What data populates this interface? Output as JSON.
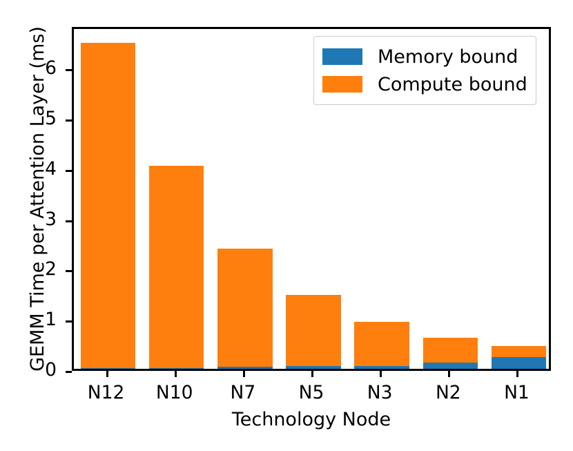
{
  "chart_data": {
    "type": "bar",
    "subtype": "stacked",
    "title": "",
    "xlabel": "Technology Node",
    "ylabel": "GEMM Time per Attention Layer (ms)",
    "categories": [
      "N12",
      "N10",
      "N7",
      "N5",
      "N3",
      "N2",
      "N1"
    ],
    "series": [
      {
        "name": "Memory bound",
        "color": "#1f77b4",
        "values": [
          0.01,
          0.01,
          0.04,
          0.05,
          0.06,
          0.12,
          0.23
        ]
      },
      {
        "name": "Compute bound",
        "color": "#ff7f0e",
        "values": [
          6.47,
          4.03,
          2.35,
          1.42,
          0.87,
          0.5,
          0.22
        ]
      }
    ],
    "totals": [
      6.48,
      4.04,
      2.39,
      1.47,
      0.93,
      0.62,
      0.45
    ],
    "ylim": [
      0,
      6.84
    ],
    "yticks": [
      0,
      1,
      2,
      3,
      4,
      5,
      6
    ],
    "ytick_labels": [
      "0",
      "1",
      "2",
      "3",
      "4",
      "5",
      "6"
    ],
    "grid": false,
    "legend_position": "upper right",
    "bar_width_ratio": 0.8
  },
  "legend": {
    "items": [
      {
        "label": "Memory bound",
        "color": "#1f77b4"
      },
      {
        "label": "Compute bound",
        "color": "#ff7f0e"
      }
    ]
  },
  "axes": {
    "x_title": "Technology Node",
    "y_title": "GEMM Time per Attention Layer (ms)"
  },
  "colors": {
    "memory_bound": "#1f77b4",
    "compute_bound": "#ff7f0e",
    "axis": "#000000",
    "background": "#ffffff",
    "legend_border": "#cccccc"
  }
}
